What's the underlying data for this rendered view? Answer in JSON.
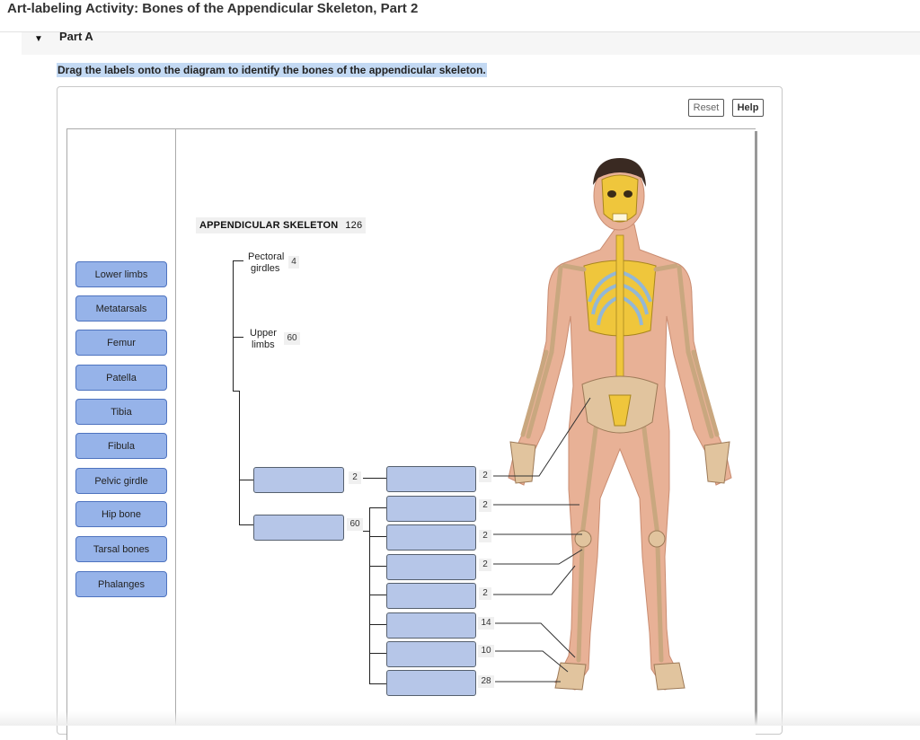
{
  "title": "Art-labeling Activity: Bones of the Appendicular Skeleton, Part 2",
  "part": {
    "label": "Part A"
  },
  "instructions": "Drag the labels onto the diagram to identify the bones of the appendicular skeleton.",
  "toolbar": {
    "reset_label": "Reset",
    "help_label": "Help"
  },
  "labels": [
    "Lower limbs",
    "Metatarsals",
    "Femur",
    "Patella",
    "Tibia",
    "Fibula",
    "Pelvic girdle",
    "Hip bone",
    "Tarsal bones",
    "Phalanges"
  ],
  "diagram": {
    "heading": "APPENDICULAR SKELETON",
    "heading_count": "126",
    "pectoral_label_line1": "Pectoral",
    "pectoral_label_line2": "girdles",
    "pectoral_count": "4",
    "upper_label_line1": "Upper",
    "upper_label_line2": "limbs",
    "upper_count": "60",
    "level2_counts": [
      "2",
      "60"
    ],
    "level3_counts": [
      "2",
      "2",
      "2",
      "2",
      "2",
      "14",
      "10",
      "28"
    ]
  },
  "colors": {
    "label_fill": "#96b3e9",
    "drop_fill": "#b6c6e8",
    "selection": "#c3d9f3"
  }
}
